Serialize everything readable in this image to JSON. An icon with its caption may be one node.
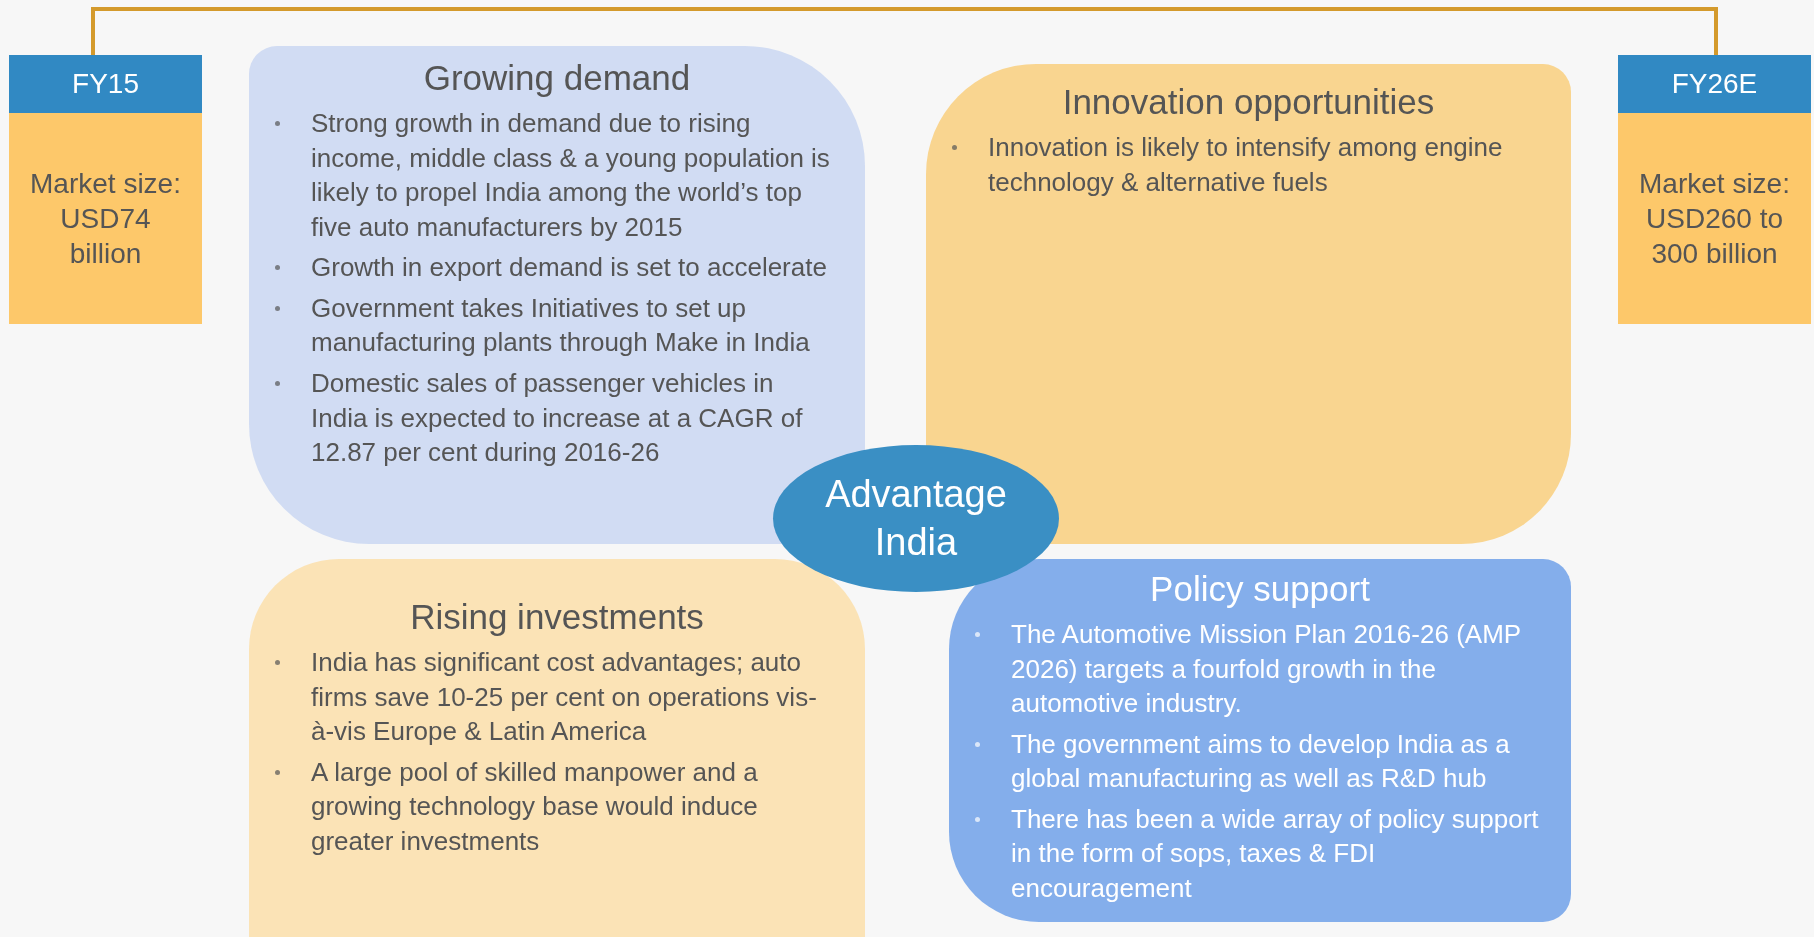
{
  "diagram": {
    "nodes": [
      {
        "text": [
          "FY15",
          "Market size: USD74 billion"
        ]
      },
      {
        "text": [
          "FY26E",
          "Market size: USD260 to 300 billion"
        ]
      },
      {
        "text": [
          "Growing demand",
          "Strong growth in demand due to rising income, middle class & a young population is likely to propel India among the world’s top five auto manufacturers by 2015",
          "Growth in export demand is set to accelerate",
          "Government takes Initiatives to set up manufacturing plants through Make in India",
          "Domestic sales of passenger vehicles in India is expected to increase at a CAGR of 12.87 per cent during 2016-26"
        ]
      },
      {
        "text": [
          "Innovation opportunities",
          "Innovation is likely to intensify among engine technology & alternative fuels"
        ]
      },
      {
        "text": [
          "Rising investments",
          "India has significant cost advantages; auto firms save 10-25 per cent on operations vis-à-vis Europe & Latin America",
          "A large pool of skilled manpower and a growing technology base would induce greater investments"
        ]
      },
      {
        "text": [
          "Policy support",
          "The Automotive Mission Plan 2016-26 (AMP 2026) targets a fourfold growth in the automotive industry.",
          "The government aims to develop India as a global manufacturing as well  as R&D hub",
          "There has been a wide array of policy support in the form of sops, taxes & FDI encouragement"
        ]
      },
      {
        "text": [
          "Advantage India"
        ]
      }
    ],
    "edges": [
      {
        "from": 0,
        "to": 1,
        "arrow": "none"
      }
    ]
  }
}
